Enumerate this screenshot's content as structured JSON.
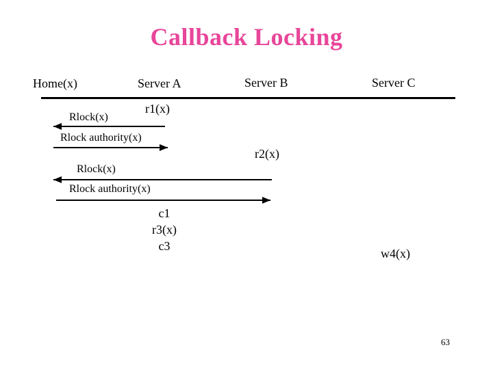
{
  "title": "Callback Locking",
  "colors": {
    "title": "#e8469a",
    "text": "#000000",
    "background": "#ffffff"
  },
  "timeline": {
    "columns": [
      {
        "label": "Home(x)"
      },
      {
        "label": "Server A"
      },
      {
        "label": "Server B"
      },
      {
        "label": "Server C"
      }
    ],
    "messages": [
      {
        "label": "Rlock(x)",
        "direction": "left"
      },
      {
        "label": "Rlock authority(x)",
        "direction": "right"
      },
      {
        "label": "Rlock(x)",
        "direction": "left"
      },
      {
        "label": "Rlock authority(x)",
        "direction": "right"
      }
    ],
    "annotations": [
      {
        "label": "r1(x)",
        "column": "Server A"
      },
      {
        "label": "r2(x)",
        "column": "Server B"
      },
      {
        "label": "c1",
        "column": "Server A"
      },
      {
        "label": "r3(x)",
        "column": "Server A"
      },
      {
        "label": "c3",
        "column": "Server A"
      },
      {
        "label": "w4(x)",
        "column": "Server C"
      }
    ]
  },
  "page_number": "63"
}
